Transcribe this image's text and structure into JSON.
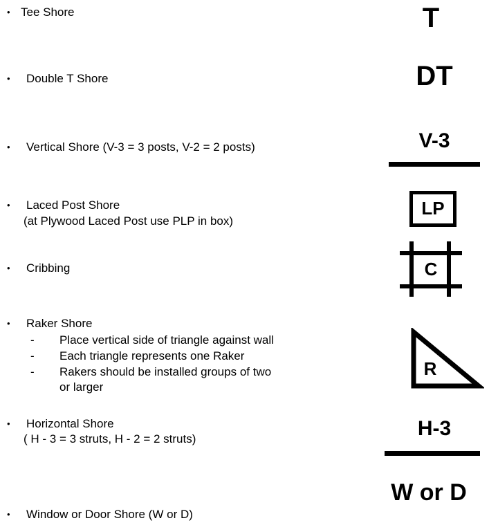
{
  "bullet_char": "•",
  "items": [
    {
      "label": "Tee Shore",
      "symbol": "T"
    },
    {
      "label": "Double T Shore",
      "symbol": "DT"
    },
    {
      "label": "Vertical Shore  (V-3 = 3 posts, V-2 = 2 posts)",
      "symbol": "V-3"
    },
    {
      "label": "Laced Post Shore",
      "sub": "(at Plywood Laced Post use PLP in box)",
      "symbol": "LP"
    },
    {
      "label": "Cribbing",
      "symbol": "C"
    },
    {
      "label": "Raker Shore",
      "dash": "-",
      "subitems": [
        "Place vertical side of triangle against wall",
        "Each triangle represents one Raker",
        "Rakers should be installed groups of two",
        "or larger"
      ],
      "symbol": "R"
    },
    {
      "label": "Horizontal Shore",
      "sub": "( H - 3 = 3 struts, H - 2 = 2 struts)",
      "symbol": "H-3"
    },
    {
      "label": "Window or Door Shore (W or D)",
      "symbol": "W or D"
    }
  ]
}
